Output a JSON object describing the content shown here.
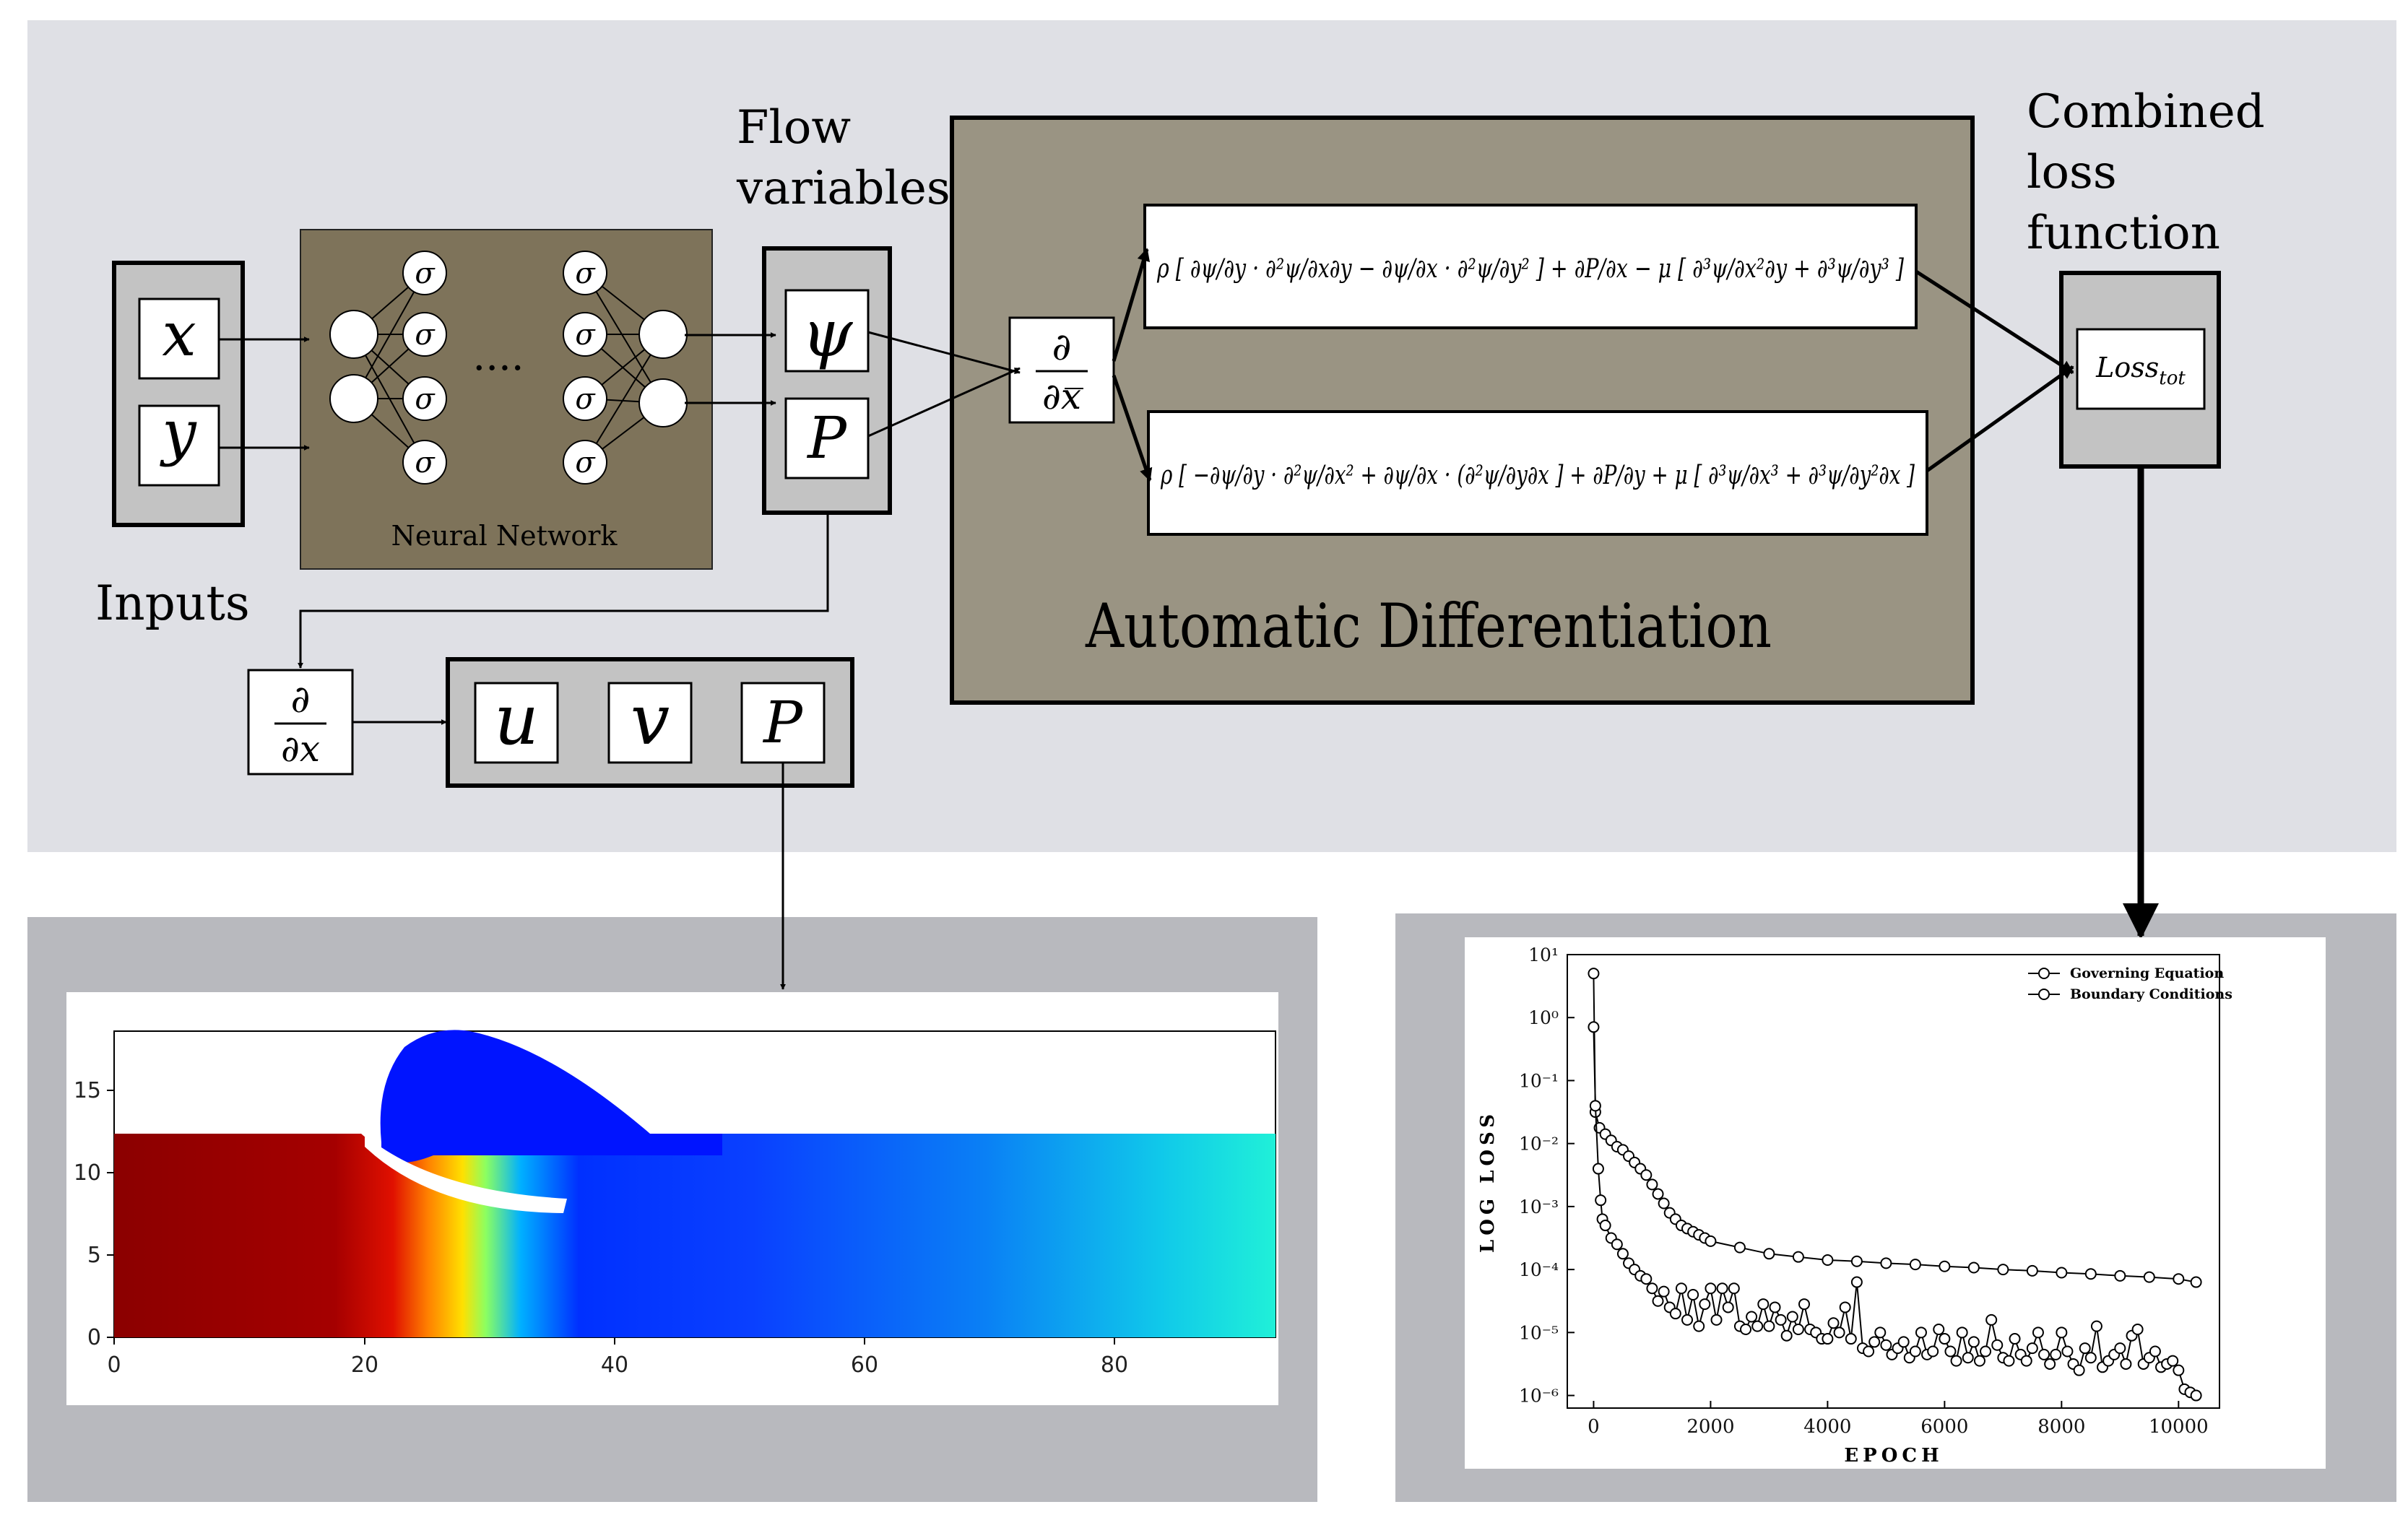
{
  "labels": {
    "inputs": "Inputs",
    "flow_line1": "Flow",
    "flow_line2": "variables",
    "neural_network": "Neural Network",
    "auto_diff": "Automatic Differentiation",
    "combined_line1": "Combined",
    "combined_line2": "loss",
    "combined_line3": "function",
    "loss_tot": "Loss",
    "loss_sub": "tot",
    "dots": "....",
    "sigma": "σ"
  },
  "symbols": {
    "x": "x",
    "y": "y",
    "psi": "ψ",
    "P": "P",
    "u": "u",
    "v": "v",
    "d_num": "∂",
    "d_den": "∂x"
  },
  "equations": {
    "eq1": "ρ [ ∂ψ/∂y · ∂²ψ/∂x∂y − ∂ψ/∂x · ∂²ψ/∂y² ] + ∂P/∂x − μ [ ∂³ψ/∂x²∂y + ∂³ψ/∂y³ ]",
    "eq2": "ρ [ −∂ψ/∂y · ∂²ψ/∂x² + ∂ψ/∂x · (∂²ψ/∂y∂x ] + ∂P/∂y + μ [ ∂³ψ/∂x³ + ∂³ψ/∂y²∂x ]"
  },
  "colors": {
    "top_panel": "#dfe0e5",
    "bottom_panel": "#b8b9be",
    "nn_box": "#7e735a",
    "ad_box": "#9a9483",
    "io_box": "#c3c3c3"
  },
  "contour_plot": {
    "x_ticks": [
      "0",
      "20",
      "40",
      "60",
      "80"
    ],
    "y_ticks": [
      "0",
      "5",
      "10",
      "15"
    ]
  },
  "chart_data": {
    "type": "line",
    "xlabel": "EPOCH",
    "ylabel": "LOG LOSS",
    "x_ticks": [
      "0",
      "2000",
      "4000",
      "6000",
      "8000",
      "10000"
    ],
    "y_ticks": [
      "10¹",
      "10⁰",
      "10⁻¹",
      "10⁻²",
      "10⁻³",
      "10⁻⁴",
      "10⁻⁵",
      "10⁻⁶"
    ],
    "xlim": [
      -450,
      10700
    ],
    "ylim_log10": [
      -6.2,
      1.0
    ],
    "y_scale": "log",
    "legend_position": "top-right",
    "series": [
      {
        "name": "Governing Equation",
        "x": [
          0,
          30,
          100,
          200,
          300,
          400,
          500,
          600,
          700,
          800,
          900,
          1000,
          1100,
          1200,
          1300,
          1400,
          1500,
          1600,
          1700,
          1800,
          1900,
          2000,
          2500,
          3000,
          3500,
          4000,
          4500,
          5000,
          5500,
          6000,
          6500,
          7000,
          7500,
          8000,
          8500,
          9000,
          9500,
          10000,
          10300
        ],
        "y_log10": [
          0.7,
          -1.5,
          -1.75,
          -1.85,
          -1.95,
          -2.05,
          -2.1,
          -2.2,
          -2.3,
          -2.4,
          -2.5,
          -2.65,
          -2.8,
          -2.95,
          -3.1,
          -3.2,
          -3.3,
          -3.35,
          -3.4,
          -3.45,
          -3.5,
          -3.55,
          -3.65,
          -3.75,
          -3.8,
          -3.85,
          -3.87,
          -3.9,
          -3.92,
          -3.95,
          -3.97,
          -4.0,
          -4.02,
          -4.05,
          -4.07,
          -4.1,
          -4.12,
          -4.15,
          -4.2
        ]
      },
      {
        "name": "Boundary Conditions",
        "x": [
          0,
          30,
          80,
          120,
          150,
          200,
          300,
          400,
          500,
          600,
          700,
          800,
          900,
          1000,
          1100,
          1200,
          1300,
          1400,
          1500,
          1600,
          1700,
          1800,
          1900,
          2000,
          2100,
          2200,
          2300,
          2400,
          2500,
          2600,
          2700,
          2800,
          2900,
          3000,
          3100,
          3200,
          3300,
          3400,
          3500,
          3600,
          3700,
          3800,
          3900,
          4000,
          4100,
          4200,
          4300,
          4400,
          4500,
          4600,
          4700,
          4800,
          4900,
          5000,
          5100,
          5200,
          5300,
          5400,
          5500,
          5600,
          5700,
          5800,
          5900,
          6000,
          6100,
          6200,
          6300,
          6400,
          6500,
          6600,
          6700,
          6800,
          6900,
          7000,
          7100,
          7200,
          7300,
          7400,
          7500,
          7600,
          7700,
          7800,
          7900,
          8000,
          8100,
          8200,
          8300,
          8400,
          8500,
          8600,
          8700,
          8800,
          8900,
          9000,
          9100,
          9200,
          9300,
          9400,
          9500,
          9600,
          9700,
          9800,
          9900,
          10000,
          10100,
          10200,
          10300
        ],
        "y_log10": [
          -0.15,
          -1.4,
          -2.4,
          -2.9,
          -3.2,
          -3.3,
          -3.5,
          -3.6,
          -3.75,
          -3.9,
          -4.0,
          -4.1,
          -4.15,
          -4.3,
          -4.5,
          -4.35,
          -4.6,
          -4.7,
          -4.3,
          -4.8,
          -4.4,
          -4.9,
          -4.55,
          -4.3,
          -4.8,
          -4.3,
          -4.6,
          -4.3,
          -4.9,
          -4.95,
          -4.75,
          -4.9,
          -4.55,
          -4.9,
          -4.6,
          -4.8,
          -5.05,
          -4.75,
          -4.95,
          -4.55,
          -4.95,
          -5.0,
          -5.1,
          -5.1,
          -4.85,
          -5.0,
          -4.6,
          -5.1,
          -4.2,
          -5.25,
          -5.3,
          -5.15,
          -5.0,
          -5.2,
          -5.35,
          -5.25,
          -5.15,
          -5.4,
          -5.3,
          -5.0,
          -5.35,
          -5.3,
          -4.95,
          -5.1,
          -5.3,
          -5.45,
          -5.0,
          -5.4,
          -5.15,
          -5.45,
          -5.3,
          -4.8,
          -5.2,
          -5.4,
          -5.45,
          -5.1,
          -5.35,
          -5.45,
          -5.25,
          -5.0,
          -5.35,
          -5.5,
          -5.35,
          -5.0,
          -5.3,
          -5.5,
          -5.6,
          -5.25,
          -5.4,
          -4.9,
          -5.55,
          -5.45,
          -5.35,
          -5.25,
          -5.5,
          -5.05,
          -4.95,
          -5.5,
          -5.4,
          -5.3,
          -5.55,
          -5.5,
          -5.45,
          -5.6,
          -5.9,
          -5.95,
          -6.0
        ]
      }
    ]
  }
}
